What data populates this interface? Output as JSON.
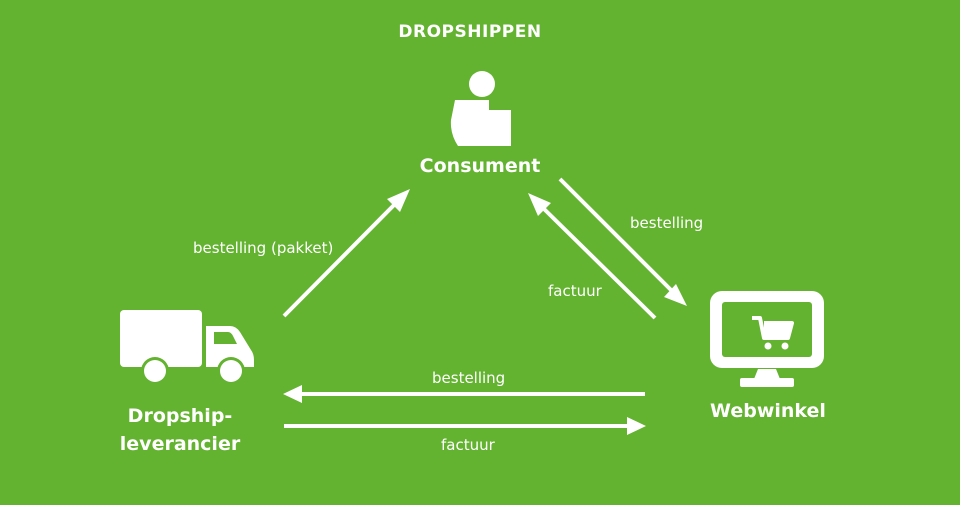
{
  "title": "DROPSHIPPEN",
  "colors": {
    "background": "#63b330",
    "foreground": "#ffffff"
  },
  "nodes": {
    "consumer": {
      "label": "Consument",
      "icon": "person-icon"
    },
    "supplier": {
      "label_line1": "Dropship-",
      "label_line2": "leverancier",
      "icon": "truck-icon"
    },
    "webshop": {
      "label": "Webwinkel",
      "icon": "monitor-cart-icon"
    }
  },
  "edges": {
    "supplier_to_consumer": "bestelling (pakket)",
    "consumer_to_webshop": "bestelling",
    "webshop_to_consumer": "factuur",
    "webshop_to_supplier": "bestelling",
    "supplier_to_webshop": "factuur"
  }
}
